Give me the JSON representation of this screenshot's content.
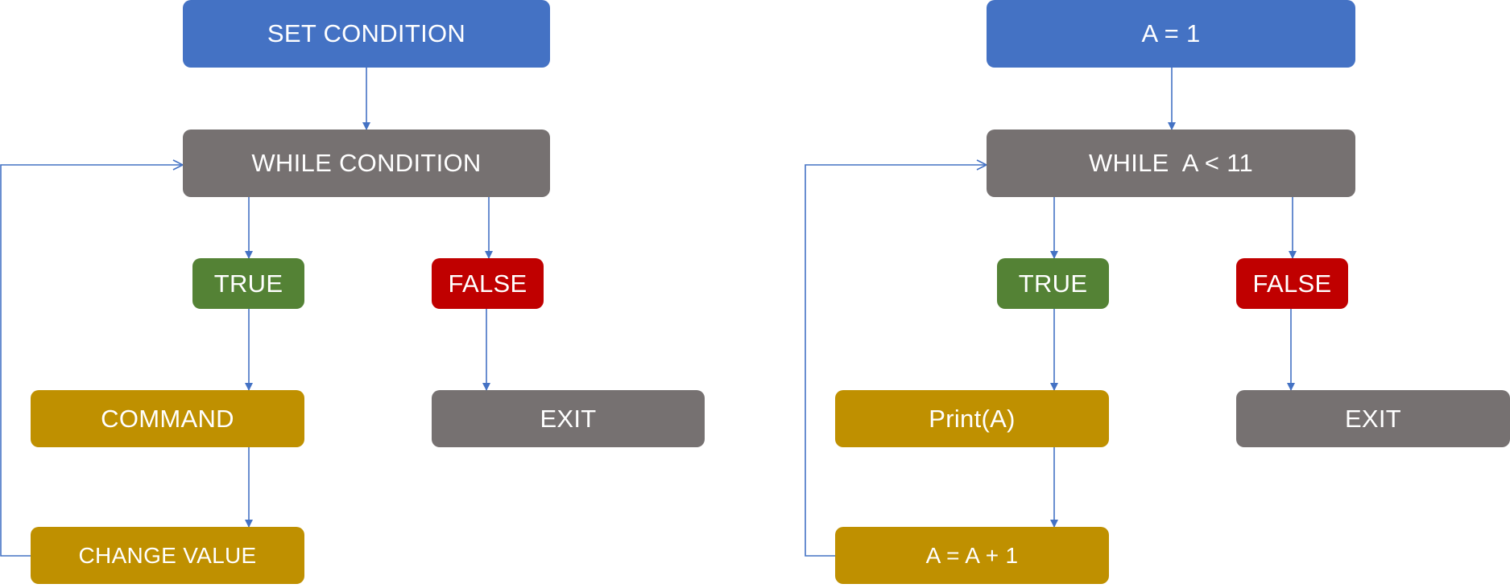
{
  "colors": {
    "start": "#4472c4",
    "loop": "#767171",
    "true": "#548235",
    "false": "#c00000",
    "action": "#bf9000",
    "connector": "#4472c4"
  },
  "left": {
    "set": "SET CONDITION",
    "while": "WHILE CONDITION",
    "true": "TRUE",
    "false": "FALSE",
    "command": "COMMAND",
    "exit": "EXIT",
    "change": "CHANGE VALUE"
  },
  "right": {
    "set": "A = 1",
    "while": "WHILE  A < 11",
    "true": "TRUE",
    "false": "FALSE",
    "command": "Print(A)",
    "exit": "EXIT",
    "change": "A = A + 1"
  }
}
